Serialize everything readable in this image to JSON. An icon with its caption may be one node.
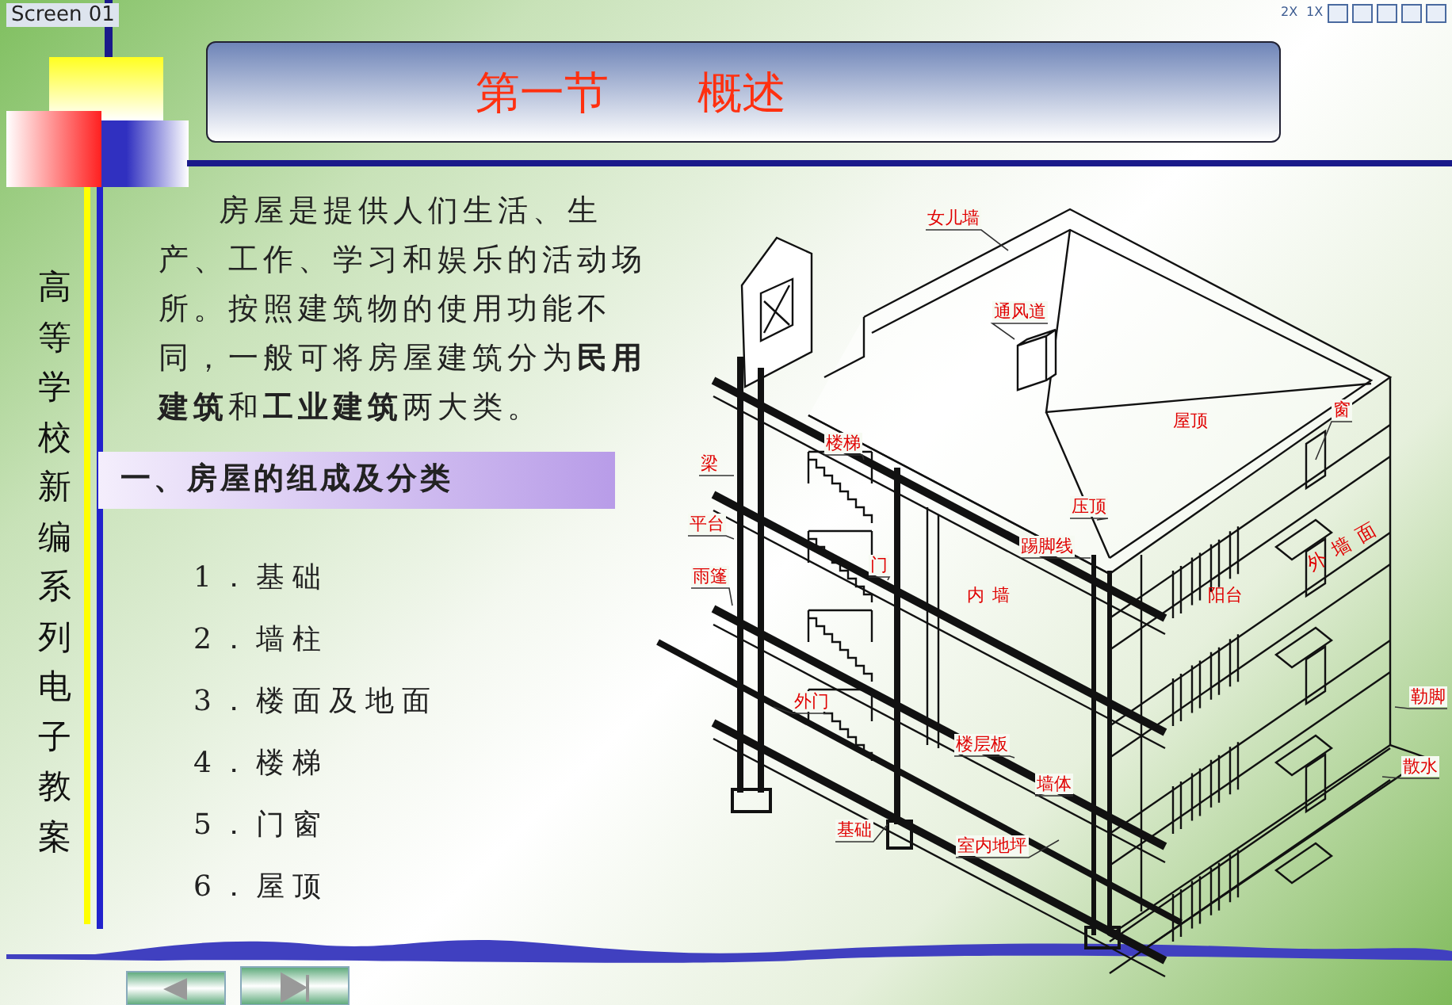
{
  "diagram": {
    "title": "第一节　　概述",
    "nodes": [
      {
        "text": [
          "一、房屋的组成及分类"
        ]
      },
      {
        "text": [
          "女儿墙"
        ]
      },
      {
        "text": [
          "通风道"
        ]
      },
      {
        "text": [
          "窗"
        ]
      },
      {
        "text": [
          "楼梯"
        ]
      },
      {
        "text": [
          "梁"
        ]
      },
      {
        "text": [
          "平台"
        ]
      },
      {
        "text": [
          "压顶"
        ]
      },
      {
        "text": [
          "踢脚线"
        ]
      },
      {
        "text": [
          "门"
        ]
      },
      {
        "text": [
          "雨篷"
        ]
      },
      {
        "text": [
          "外门"
        ]
      },
      {
        "text": [
          "勒脚"
        ]
      },
      {
        "text": [
          "楼层板"
        ]
      },
      {
        "text": [
          "散水"
        ]
      },
      {
        "text": [
          "墙体"
        ]
      },
      {
        "text": [
          "基础"
        ]
      },
      {
        "text": [
          "室内地坪"
        ]
      }
    ],
    "edges": [
      {
        "from": 1,
        "to": null,
        "arrow": "none"
      },
      {
        "from": 2,
        "to": null,
        "arrow": "none"
      },
      {
        "from": 3,
        "to": null,
        "arrow": "none"
      },
      {
        "from": 4,
        "to": null,
        "arrow": "none"
      },
      {
        "from": 5,
        "to": null,
        "arrow": "none"
      },
      {
        "from": 6,
        "to": null,
        "arrow": "none"
      },
      {
        "from": 7,
        "to": null,
        "arrow": "none"
      },
      {
        "from": 8,
        "to": null,
        "arrow": "none"
      },
      {
        "from": 9,
        "to": null,
        "arrow": "none"
      },
      {
        "from": 10,
        "to": null,
        "arrow": "none"
      },
      {
        "from": 11,
        "to": null,
        "arrow": "none"
      },
      {
        "from": 12,
        "to": null,
        "arrow": "none"
      },
      {
        "from": 13,
        "to": null,
        "arrow": "none"
      },
      {
        "from": 14,
        "to": null,
        "arrow": "none"
      },
      {
        "from": 15,
        "to": null,
        "arrow": "none"
      },
      {
        "from": 16,
        "to": null,
        "arrow": "none"
      },
      {
        "from": 17,
        "to": null,
        "arrow": "none"
      }
    ],
    "labels": [
      "Screen 01",
      "2X",
      "1X",
      "高等学校新编系列电子教案",
      "房屋是提供人们生活、生产、工作、学习和娱乐的活动场所。按照建筑物的使用功能不同，一般可将房屋建筑分为**民用建筑**和**工业建筑**两大类。",
      "1．基础",
      "2．墙柱",
      "3．楼面及地面",
      "4．楼梯",
      "5．门窗",
      "6．屋顶",
      "屋顶",
      "内墙",
      "阳台",
      "外墙面"
    ]
  }
}
